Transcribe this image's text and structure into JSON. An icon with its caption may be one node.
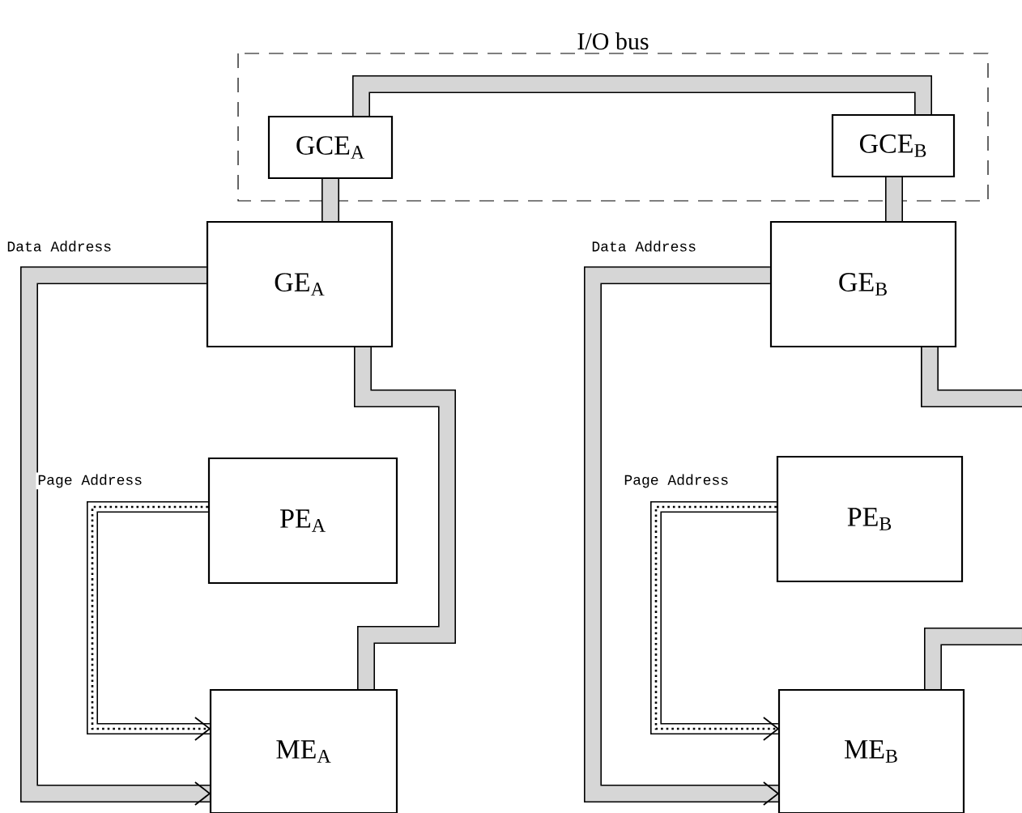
{
  "diagram": {
    "nodes": [
      {
        "text": [
          "I/O bus"
        ]
      },
      {
        "text": [
          "GCE$_{A}$"
        ],
        "in": 0
      },
      {
        "text": [
          "GCE$_{B}$"
        ],
        "in": 0
      },
      {
        "text": [
          "GE$_{A}$"
        ]
      },
      {
        "text": [
          "PE$_{A}$"
        ]
      },
      {
        "text": [
          "ME$_{A}$"
        ]
      },
      {
        "text": [
          "GE$_{B}$"
        ]
      },
      {
        "text": [
          "PE$_{B}$"
        ]
      },
      {
        "text": [
          "ME$_{B}$"
        ]
      }
    ],
    "edges": [
      {
        "from": 1,
        "to": 2,
        "arrow": "none"
      },
      {
        "from": 1,
        "to": 3,
        "arrow": "none"
      },
      {
        "from": 2,
        "to": 6,
        "arrow": "none"
      },
      {
        "from": 3,
        "to": 5,
        "arrow": "to",
        "label": "Data Address"
      },
      {
        "from": 4,
        "to": 5,
        "arrow": "to",
        "label": "Page Address"
      },
      {
        "from": 3,
        "to": 5,
        "arrow": "none"
      },
      {
        "from": 6,
        "to": 8,
        "arrow": "to",
        "label": "Data Address"
      },
      {
        "from": 7,
        "to": 8,
        "arrow": "to",
        "label": "Page Address"
      },
      {
        "from": 6,
        "to": 8,
        "arrow": "none"
      }
    ]
  }
}
